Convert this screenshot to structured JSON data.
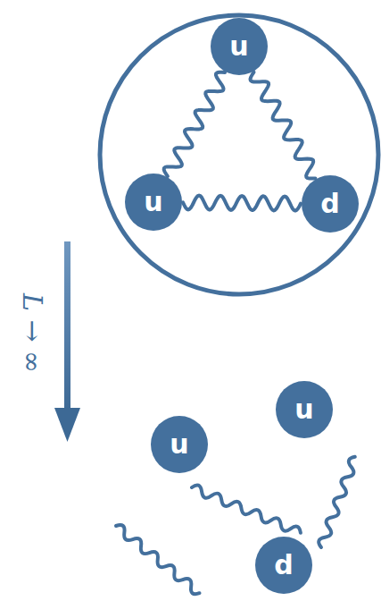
{
  "diagram": {
    "nodes": [
      {
        "text": [
          "u"
        ]
      },
      {
        "text": [
          "u"
        ]
      },
      {
        "text": [
          "d"
        ]
      },
      {
        "text": [
          "u"
        ]
      },
      {
        "text": [
          "u"
        ]
      },
      {
        "text": [
          "d"
        ]
      }
    ],
    "edges": [
      {
        "from": 0,
        "to": 1,
        "arrow": "none"
      },
      {
        "from": 0,
        "to": 2,
        "arrow": "none"
      },
      {
        "from": 1,
        "to": 2,
        "arrow": "none"
      }
    ],
    "labels": [
      "L → ∞"
    ]
  }
}
